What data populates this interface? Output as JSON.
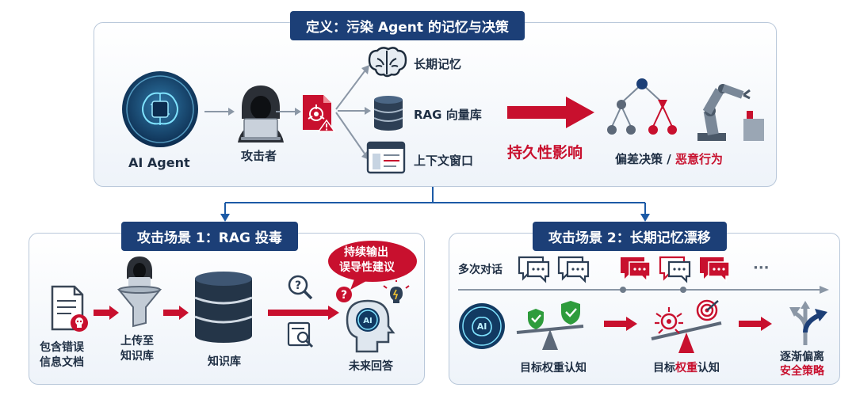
{
  "top": {
    "title": "定义：污染 Agent 的记忆与决策",
    "agent_label": "AI Agent",
    "attacker_label": "攻击者",
    "targets": [
      "长期记忆",
      "RAG 向量库",
      "上下文窗口"
    ],
    "impact_label": "持久性影响",
    "result_normal": "偏差决策 / ",
    "result_red": "恶意行为"
  },
  "left": {
    "title": "攻击场景 1：RAG 投毒",
    "doc_label_1": "包含错误",
    "doc_label_2": "信息文档",
    "upload_label_1": "上传至",
    "upload_label_2": "知识库",
    "kb_label": "知识库",
    "bubble_1": "持续输出",
    "bubble_2": "误导性建议",
    "answer_label": "未来回答"
  },
  "right": {
    "title": "攻击场景 2：长期记忆漂移",
    "dialog_label": "多次对话",
    "ellipsis": "···",
    "target_label_1": "目标权重认知",
    "target_label_2a": "目标",
    "target_label_2b": "权重",
    "target_label_2c": "认知",
    "drift_1": "逐渐偏离",
    "drift_2": "安全策略"
  },
  "colors": {
    "navy": "#1c3f77",
    "red": "#c8102e",
    "green": "#2e9c3c",
    "panel_border": "#b9c8da"
  }
}
